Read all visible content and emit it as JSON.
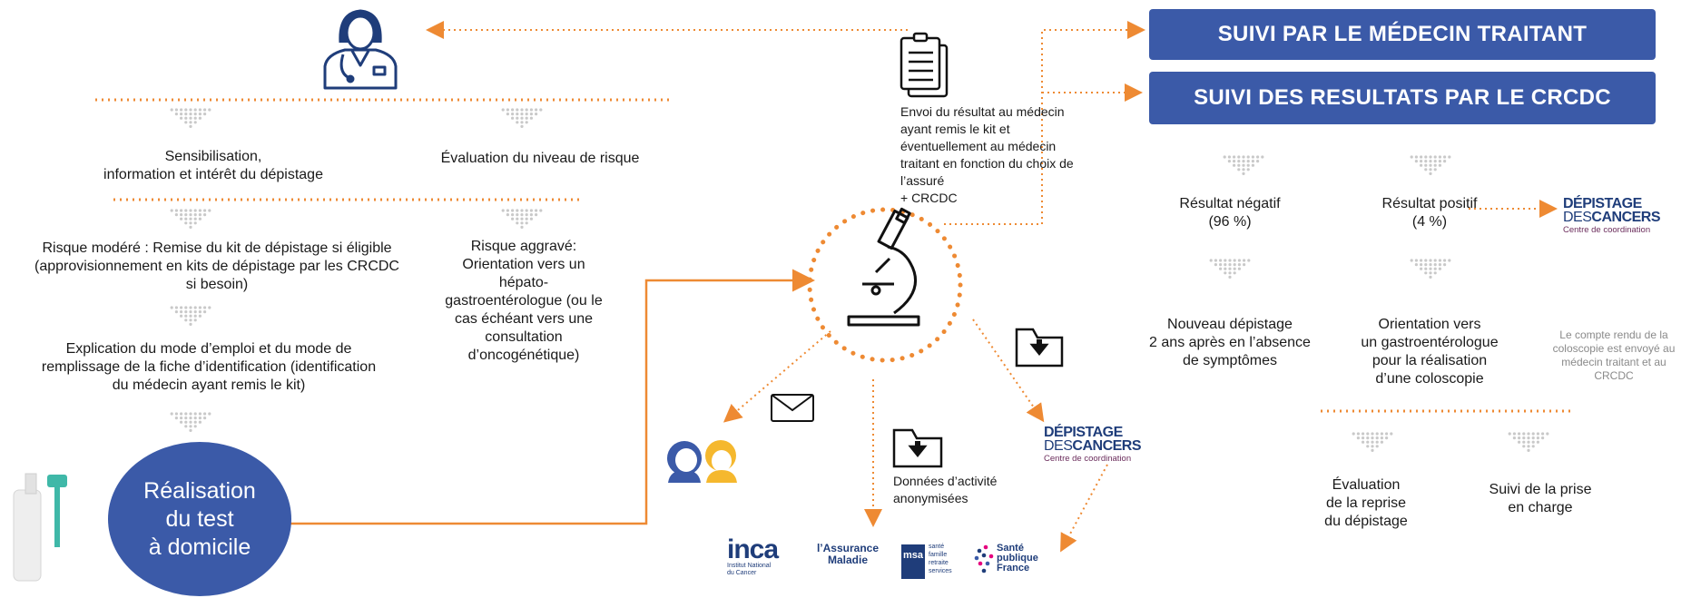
{
  "headers": {
    "medecin": "SUIVI PAR LE MÉDECIN TRAITANT",
    "crcdc": "SUIVI  DES RESULTATS PAR LE CRCDC"
  },
  "left": {
    "sensibilisation": "Sensibilisation,\ninformation et intérêt du dépistage",
    "evaluation": "Évaluation du niveau de risque",
    "risque_modere": "Risque modéré : Remise du kit de  dépistage si éligible\n(approvisionnement en kits de dépistage par les CRCDC\nsi besoin)",
    "risque_aggrave": "Risque aggravé:\nOrientation vers un\nhépato-\ngastroentérologue (ou le\ncas échéant vers une\nconsultation\nd’oncogénétique)",
    "explication": "Explication du mode d’emploi et du mode de\nremplissage de la fiche d’identification (identification\ndu médecin ayant remis le kit)",
    "realisation": "Réalisation\ndu test\nà domicile"
  },
  "center": {
    "envoi": "Envoi du résultat au médecin\nayant remis le kit et\néventuellement au médecin\ntraitant en fonction du choix de\nl’assuré\n+ CRCDC",
    "donnees": "Données d’activité\nanonymisées"
  },
  "right": {
    "negatif": "Résultat négatif\n(96 %)",
    "positif": "Résultat positif\n(4 %)",
    "nouveau": "Nouveau dépistage\n2 ans après en l’absence\nde symptômes",
    "orientation": "Orientation vers\nun gastroentérologue\npour la réalisation\nd’une coloscopie",
    "compte_rendu": "Le compte rendu de la\ncoloscopie est envoyé au\nmédecin traitant et au\nCRCDC",
    "evaluation_reprise": "Évaluation\nde la reprise\ndu dépistage",
    "suivi_prise": "Suivi de la prise\nen charge"
  },
  "logos": {
    "depistage_line1": "DÉPISTAGE",
    "depistage_line2a": "DES",
    "depistage_line2b": "CANCERS",
    "depistage_sub": "Centre de coordination",
    "inca_main": "inca",
    "inca_sub": "Institut National\ndu Cancer",
    "assurance": "l’Assurance\nMaladie",
    "msa_letters": "msa",
    "msa_lines": "santé\nfamille\nretraite\nservices",
    "spf": "Santé\npublique\nFrance"
  },
  "colors": {
    "orange": "#ee8a33",
    "blue": "#3b5aa8",
    "navy": "#1f3d7a",
    "purple": "#6b2d5c",
    "grey": "#c9c9c9",
    "teal": "#3fb8a8"
  }
}
